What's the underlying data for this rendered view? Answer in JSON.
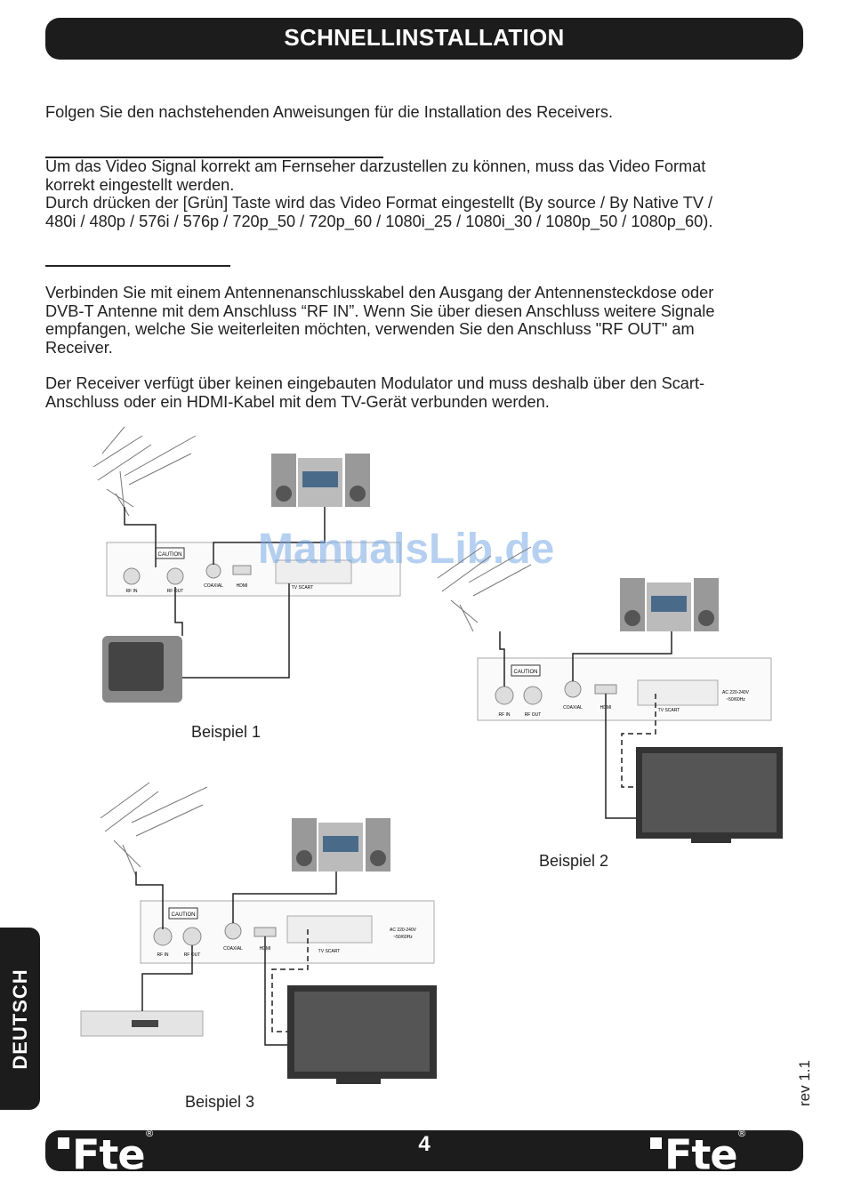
{
  "header": {
    "title": "SCHNELLINSTALLATION"
  },
  "intro": "Folgen Sie den nachstehenden Anweisungen für die Installation des Receivers.",
  "video_section": {
    "lines": [
      "Um das Video Signal korrekt am Fernseher darzustellen zu können, muss das Video Format",
      "korrekt eingestellt werden.",
      "Durch drücken der [Grün] Taste wird das Video Format eingestellt (By source / By Native TV /",
      "480i / 480p / 576i / 576p / 720p_50 / 720p_60 / 1080i_25 / 1080i_30 / 1080p_50 / 1080p_60)."
    ]
  },
  "antenna_section": {
    "lines": [
      "Verbinden Sie mit einem Antennenanschlusskabel den Ausgang der Antennensteckdose oder",
      "DVB-T Antenne mit dem Anschluss “RF IN”. Wenn Sie über diesen Anschluss weitere Signale",
      "empfangen, welche Sie weiterleiten möchten, verwenden Sie den Anschluss \"RF OUT\" am",
      "Receiver."
    ]
  },
  "scart_section": {
    "lines": [
      "Der Receiver verfügt über keinen eingebauten Modulator und muss deshalb über den Scart-",
      "Anschluss oder ein HDMI-Kabel mit dem TV-Gerät verbunden werden."
    ]
  },
  "panel_labels": {
    "caution": "CAUTION",
    "rf_in": "RF IN",
    "rf_out": "RF OUT",
    "coaxial": "COAXIAL",
    "hdmi": "HDMI",
    "tv_scart": "TV SCART",
    "ac": "AC 220-240V",
    "hz": "~50/60Hz"
  },
  "examples": {
    "ex1": "Beispiel 1",
    "ex2": "Beispiel 2",
    "ex3": "Beispiel 3"
  },
  "watermark": "ManualsLib.de",
  "side_tab": "DEUTSCH",
  "revision": "rev 1.1",
  "footer": {
    "page": "4",
    "logo": "Fte",
    "reg": "®"
  }
}
